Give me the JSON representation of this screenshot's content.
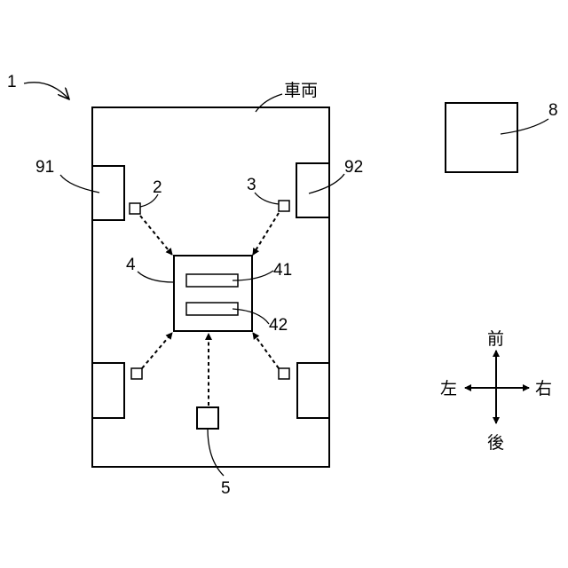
{
  "labels": {
    "system": "1",
    "vehicle": "車両",
    "wheel_front_left": "91",
    "wheel_front_right": "92",
    "sensor_left": "2",
    "sensor_right": "3",
    "controller": "4",
    "unit_41": "41",
    "unit_42": "42",
    "sensor_rear": "5",
    "external_device": "8"
  },
  "directions": {
    "front": "前",
    "back": "後",
    "left": "左",
    "right": "右"
  }
}
